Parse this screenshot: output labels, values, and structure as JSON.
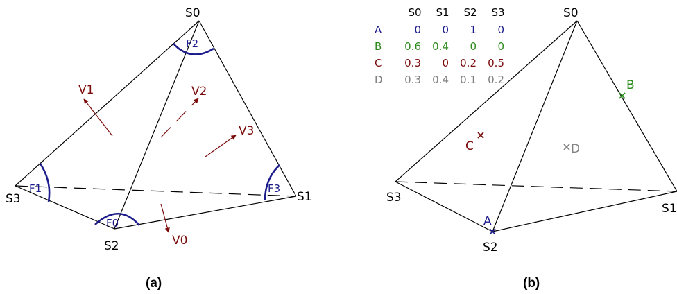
{
  "colors": {
    "edge": "#000000",
    "vector": "#7a0a0a",
    "face_arc": "#1c1c8c",
    "row_A": "#1c1c8c",
    "row_B": "#2a8a1a",
    "row_C": "#7a0a0a",
    "row_D": "#808080"
  },
  "panel_a": {
    "caption": "(a)",
    "vertices": {
      "s0": "S0",
      "s1": "S1",
      "s2": "S2",
      "s3": "S3"
    },
    "faces": {
      "f0": "F0",
      "f1": "F1",
      "f2": "F2",
      "f3": "F3"
    },
    "vectors": {
      "v0": "V0",
      "v1": "V1",
      "v2": "V2",
      "v3": "V3"
    }
  },
  "panel_b": {
    "caption": "(b)",
    "vertices": {
      "s0": "S0",
      "s1": "S1",
      "s2": "S2",
      "s3": "S3"
    },
    "points": {
      "a": "A",
      "b": "B",
      "c": "C",
      "d": "D"
    },
    "table": {
      "columns": [
        "S0",
        "S1",
        "S2",
        "S3"
      ],
      "rows": [
        {
          "label": "A",
          "values": [
            "0",
            "0",
            "1",
            "0"
          ]
        },
        {
          "label": "B",
          "values": [
            "0.6",
            "0.4",
            "0",
            "0"
          ]
        },
        {
          "label": "C",
          "values": [
            "0.3",
            "0",
            "0.2",
            "0.5"
          ]
        },
        {
          "label": "D",
          "values": [
            "0.3",
            "0.4",
            "0.1",
            "0.2"
          ]
        }
      ]
    }
  }
}
